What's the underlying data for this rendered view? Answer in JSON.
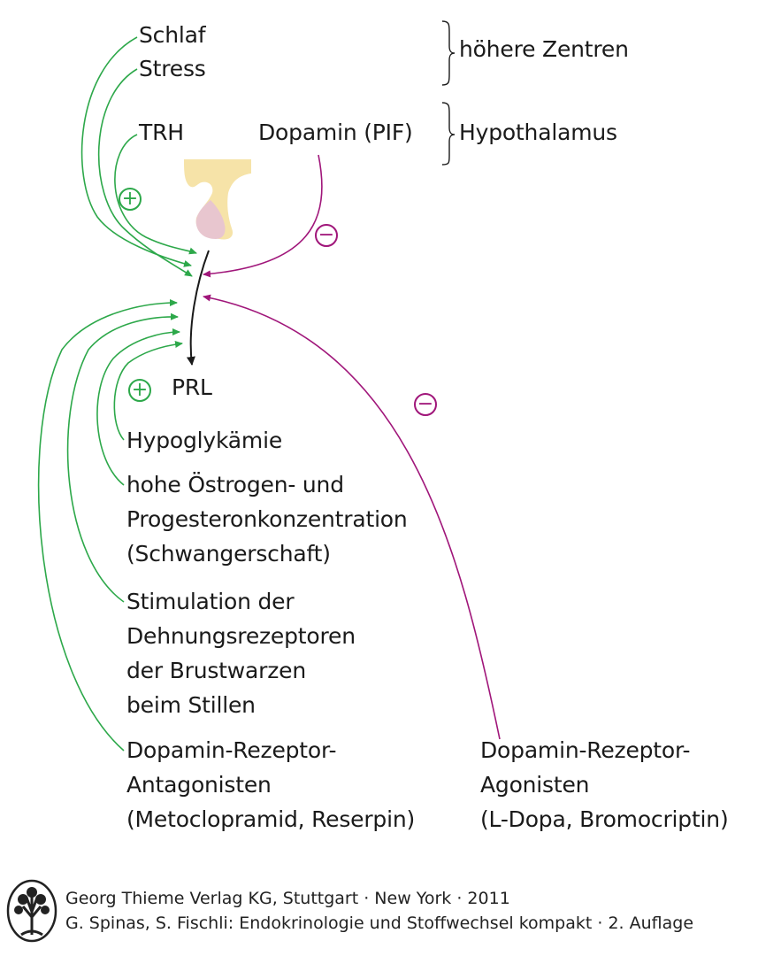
{
  "labels": {
    "schlaf": "Schlaf",
    "stress": "Stress",
    "hoehere_zentren": "höhere Zentren",
    "trh": "TRH",
    "dopamin_pif": "Dopamin (PIF)",
    "hypothalamus": "Hypothalamus",
    "prl": "PRL",
    "hypoglykaemie": "Hypoglykämie",
    "oestrogen": [
      "hohe Östrogen- und",
      "Progesteronkonzentration",
      "(Schwangerschaft)"
    ],
    "stimulation": [
      "Stimulation der",
      "Dehnungsrezeptoren",
      "der Brustwarzen",
      "beim Stillen"
    ],
    "antagonisten": [
      "Dopamin-Rezeptor-",
      "Antagonisten",
      "(Metoclopramid, Reserpin)"
    ],
    "agonisten": [
      "Dopamin-Rezeptor-",
      "Agonisten",
      "(L-Dopa, Bromocriptin)"
    ]
  },
  "symbols": {
    "plus": "+",
    "minus": "−"
  },
  "footer": {
    "line1": "Georg Thieme Verlag KG, Stuttgart · New York · 2011",
    "line2": "G. Spinas, S. Fischli: Endokrinologie und Stoffwechsel kompakt · 2. Auflage"
  },
  "colors": {
    "stimulating": "#2da84a",
    "inhibiting": "#a0167a",
    "pituitary_stalk": "#f6e3a8",
    "pituitary_anterior": "#e8c6cf"
  }
}
